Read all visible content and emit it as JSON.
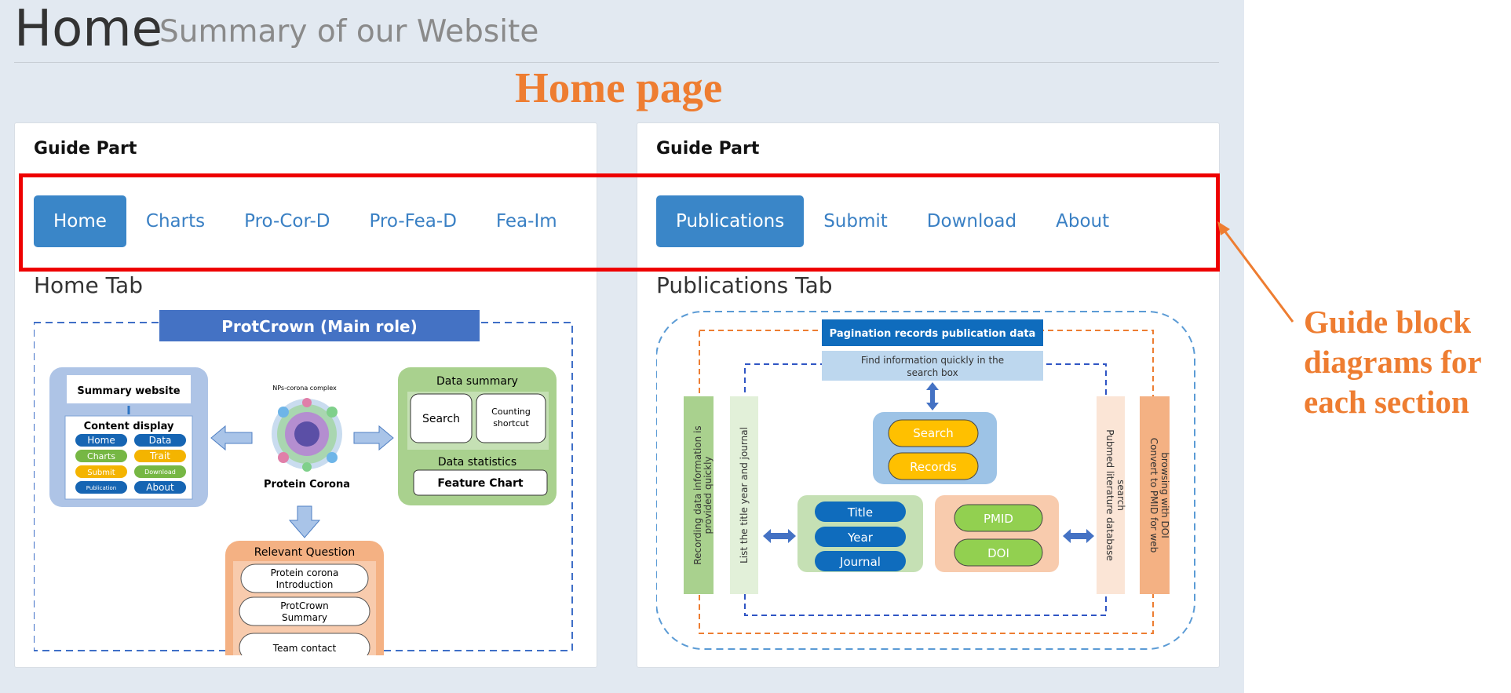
{
  "page": {
    "title": "Home",
    "subtitle": "Summary of our Website"
  },
  "annotations": {
    "home_page": "Home page",
    "guide_block": "Guide block diagrams for each section"
  },
  "left_panel": {
    "guide_title": "Guide Part",
    "tabs": [
      {
        "label": "Home",
        "active": true
      },
      {
        "label": "Charts",
        "active": false
      },
      {
        "label": "Pro-Cor-D",
        "active": false
      },
      {
        "label": "Pro-Fea-D",
        "active": false
      },
      {
        "label": "Fea-Im",
        "active": false
      }
    ],
    "tab_heading": "Home Tab",
    "diagram": {
      "main_role": "ProtCrown (Main role)",
      "summary_website": "Summary website",
      "content_display": "Content display",
      "content_items": [
        "Home",
        "Data",
        "Charts",
        "Trait",
        "Submit",
        "Download",
        "Publication",
        "About"
      ],
      "complex_label": "NPs-corona complex",
      "protein_corona": "Protein Corona",
      "data_summary": "Data summary",
      "search": "Search",
      "counting_shortcut_1": "Counting",
      "counting_shortcut_2": "shortcut",
      "data_statistics": "Data statistics",
      "feature_chart": "Feature Chart",
      "relevant_question": "Relevant Question",
      "question_1a": "Protein corona",
      "question_1b": "Introduction",
      "question_2a": "ProtCrown",
      "question_2b": "Summary",
      "question_3": "Team contact"
    }
  },
  "right_panel": {
    "guide_title": "Guide Part",
    "tabs": [
      {
        "label": "Publications",
        "active": true
      },
      {
        "label": "Submit",
        "active": false
      },
      {
        "label": "Download",
        "active": false
      },
      {
        "label": "About",
        "active": false
      }
    ],
    "tab_heading": "Publications Tab",
    "diagram": {
      "pagination": "Pagination records publication data",
      "find_info_1": "Find information quickly in the",
      "find_info_2": "search box",
      "search": "Search",
      "records": "Records",
      "title": "Title",
      "year": "Year",
      "journal": "Journal",
      "pmid": "PMID",
      "doi": "DOI",
      "recording_1": "Recording data information is",
      "recording_2": "provided quickly",
      "list_title": "List the title year and journal",
      "pubmed_1": "Pubmed literature database",
      "pubmed_2": "search",
      "convert_1": "Convert to PMID for web",
      "convert_2": "browsing with DOI"
    }
  },
  "colors": {
    "accent": "#3a86c8",
    "annotation": "#ee7d31",
    "highlight_box": "#ee0000",
    "page_bg": "#e2e9f1"
  }
}
